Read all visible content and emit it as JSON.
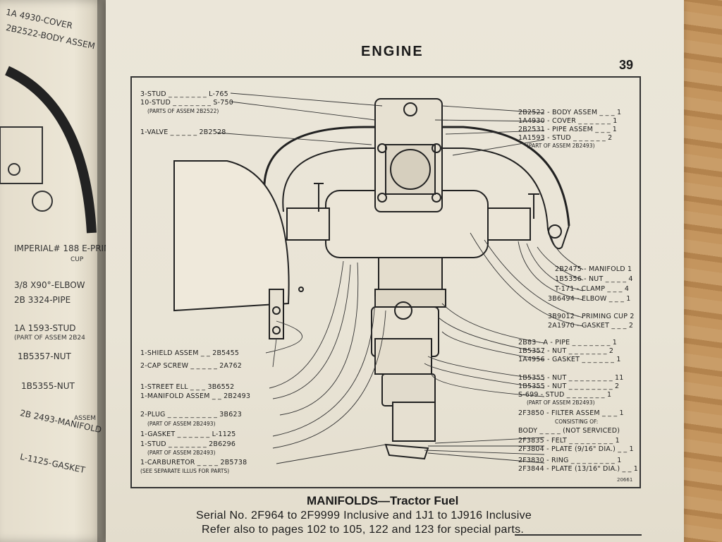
{
  "left_page": {
    "labels": [
      "1A 4930-COVER",
      "2B2522-BODY ASSEM",
      "IMPERIAL# 188 E-PRIM",
      "CUP",
      "3/8 X90°-ELBOW",
      "2B 3324-PIPE",
      "1A 1593-STUD",
      "(PART OF ASSEM 2B24",
      "1B5357-NUT",
      "1B5355-NUT",
      "2B 2493-MANIFOLD",
      "ASSEM",
      "L-1125-GASKET"
    ]
  },
  "page": {
    "header": "ENGINE",
    "number": "39"
  },
  "figure": {
    "id": "20661",
    "left_labels": [
      {
        "text": "3-STUD _ _ _ _ _ _ _ L-765"
      },
      {
        "text": "10-STUD _ _ _ _ _ _ _ S-750"
      },
      {
        "text": "(PARTS OF ASSEM 2B2522)"
      },
      {
        "text": "1-VALVE _ _ _ _ _ 2B2528"
      },
      {
        "text": "1-SHIELD ASSEM _ _ 2B5455"
      },
      {
        "text": "2-CAP SCREW _ _ _ _ _ 2A762"
      },
      {
        "text": "1-STREET ELL _ _ _ 3B6552"
      },
      {
        "text": "1-MANIFOLD ASSEM _ _ 2B2493"
      },
      {
        "text": "2-PLUG _ _ _ _ _ _ _ _ _ 3B623"
      },
      {
        "text": "(PART OF ASSEM 2B2493)"
      },
      {
        "text": "1-GASKET _ _ _ _ _ _ L-1125"
      },
      {
        "text": "1-STUD _ _ _ _ _ _ _ 2B6296"
      },
      {
        "text": "(PART OF ASSEM 2B2493)"
      },
      {
        "text": "1-CARBURETOR _ _ _ _ 2B5738"
      },
      {
        "text": "(SEE SEPARATE ILLUS FOR PARTS)"
      }
    ],
    "right_labels": [
      {
        "text": "2B2522 - BODY ASSEM _ _ _ 1"
      },
      {
        "text": "1A4930 - COVER _ _ _ _ _ _ 1"
      },
      {
        "text": "2B2531 - PIPE ASSEM _ _ _ 1"
      },
      {
        "text": "1A1593 - STUD _ _ _ _ _ _ 2"
      },
      {
        "text": "(PART OF ASSEM 2B2493)"
      },
      {
        "text": "2B2475 - MANIFOLD 1"
      },
      {
        "text": "1B5356 - NUT _ _ _ _ 4"
      },
      {
        "text": "T-171 - CLAMP _ _ _ 4"
      },
      {
        "text": "3B6494 - ELBOW _ _ _ 1"
      },
      {
        "text": "3B9012 - PRIMING CUP 2"
      },
      {
        "text": "2A1970 - GASKET _ _ _ 2"
      },
      {
        "text": "2B83 - A - PIPE _ _ _ _ _ _ _ 1"
      },
      {
        "text": "1B5357 - NUT _ _ _ _ _ _ _ 2"
      },
      {
        "text": "1A4956 - GASKET _ _ _ _ _ _ 1"
      },
      {
        "text": "1B5355 - NUT _ _ _ _ _ _ _ _ 11"
      },
      {
        "text": "1B5355 - NUT _ _ _ _ _ _ _ _ 2"
      },
      {
        "text": "S-699 - STUD _ _ _ _ _ _ _ 1"
      },
      {
        "text": "(PART OF ASSEM 2B2493)"
      },
      {
        "text": "2F3850 - FILTER ASSEM _ _ _ 1"
      },
      {
        "text": "CONSISTING OF:"
      },
      {
        "text": "BODY _ _ _ _ (NOT SERVICED)"
      },
      {
        "text": "2F3835 - FELT _ _ _ _ _ _ _ _ 1"
      },
      {
        "text": "2F3804 - PLATE (9/16\" DIA.) _ _ 1"
      },
      {
        "text": "2F3830 - RING _ _ _ _ _ _ _ _ 1"
      },
      {
        "text": "2F3844 - PLATE (13/16\" DIA.) _ _ 1"
      }
    ]
  },
  "caption": {
    "title": "MANIFOLDS—Tractor Fuel",
    "line1": "Serial No. 2F964 to 2F9999 Inclusive and 1J1 to 1J916 Inclusive",
    "line2": "Refer also to pages 102 to 105, 122 and 123 for special parts."
  }
}
